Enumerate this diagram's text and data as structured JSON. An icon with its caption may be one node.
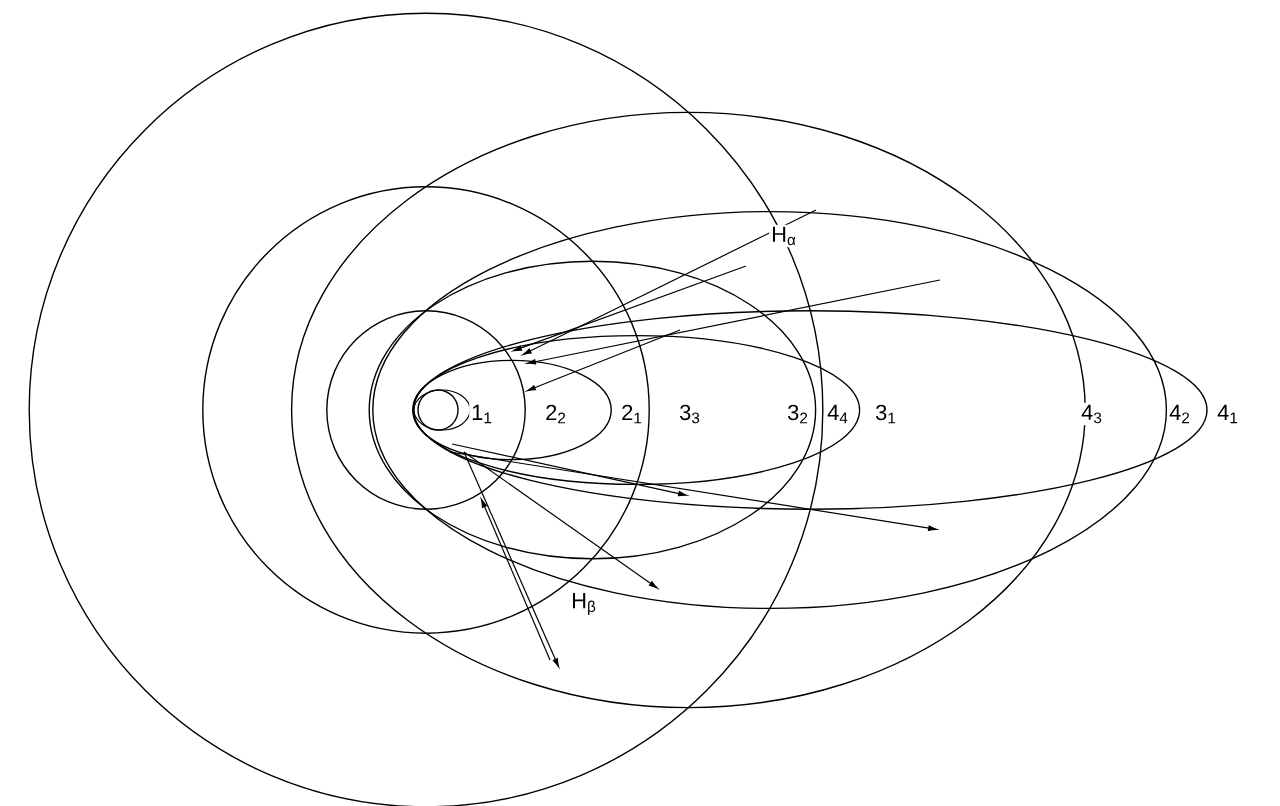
{
  "diagram": {
    "labels": [
      "H$_{α}$",
      "1$_{1}$",
      "2$_{2}$",
      "2$_{1}$",
      "3$_{3}$",
      "3$_{2}$",
      "4$_{4}$",
      "3$_{1}$",
      "4$_{3}$",
      "4$_{2}$",
      "4$_{1}$",
      "H$_{β}$"
    ]
  }
}
